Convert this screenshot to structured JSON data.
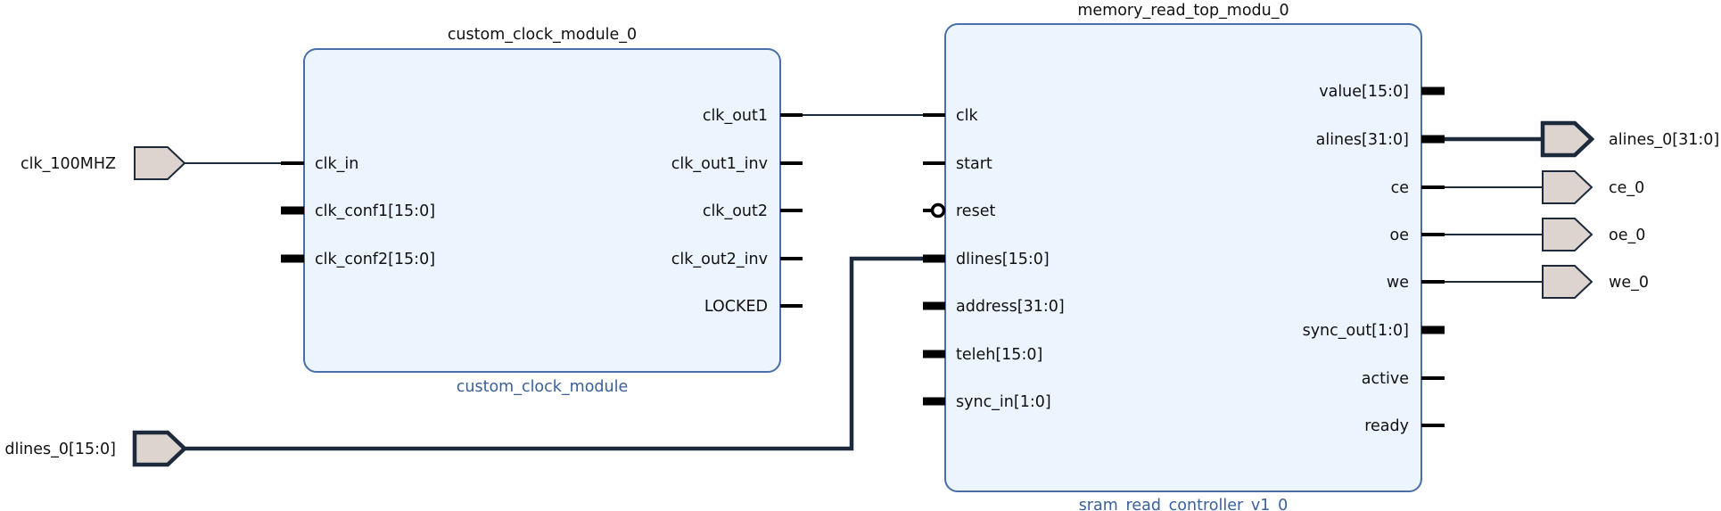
{
  "colors": {
    "block_fill": "#ecf4fd",
    "block_stroke": "#4a6ea5",
    "ip_name": "#3a5f9a",
    "port_fill": "#ddd3cf",
    "wire": "#1c2a3c",
    "pin": "#000000",
    "text": "#111111"
  },
  "blocks": [
    {
      "id": "custom_clock",
      "instance": "custom_clock_module_0",
      "ip_name": "custom_clock_module",
      "left_pins": [
        {
          "label": "clk_in",
          "bus": false
        },
        {
          "label": "clk_conf1[15:0]",
          "bus": true
        },
        {
          "label": "clk_conf2[15:0]",
          "bus": true
        }
      ],
      "right_pins": [
        {
          "label": "clk_out1",
          "bus": false
        },
        {
          "label": "clk_out1_inv",
          "bus": false
        },
        {
          "label": "clk_out2",
          "bus": false
        },
        {
          "label": "clk_out2_inv",
          "bus": false
        },
        {
          "label": "LOCKED",
          "bus": false
        }
      ]
    },
    {
      "id": "memory_read",
      "instance": "memory_read_top_modu_0",
      "ip_name": "sram_read_controller_v1_0",
      "left_pins": [
        {
          "label": "clk",
          "bus": false
        },
        {
          "label": "start",
          "bus": false
        },
        {
          "label": "reset",
          "bus": false,
          "inverted": true
        },
        {
          "label": "dlines[15:0]",
          "bus": true
        },
        {
          "label": "address[31:0]",
          "bus": true
        },
        {
          "label": "teleh[15:0]",
          "bus": true
        },
        {
          "label": "sync_in[1:0]",
          "bus": true
        }
      ],
      "right_pins": [
        {
          "label": "value[15:0]",
          "bus": true
        },
        {
          "label": "alines[31:0]",
          "bus": true
        },
        {
          "label": "ce",
          "bus": false
        },
        {
          "label": "oe",
          "bus": false
        },
        {
          "label": "we",
          "bus": false
        },
        {
          "label": "sync_out[1:0]",
          "bus": true
        },
        {
          "label": "active",
          "bus": false
        },
        {
          "label": "ready",
          "bus": false
        }
      ]
    }
  ],
  "inputs": [
    {
      "label": "clk_100MHZ",
      "bus": false
    },
    {
      "label": "dlines_0[15:0]",
      "bus": true
    }
  ],
  "outputs": [
    {
      "label": "alines_0[31:0]",
      "bus": true
    },
    {
      "label": "ce_0",
      "bus": false
    },
    {
      "label": "oe_0",
      "bus": false
    },
    {
      "label": "we_0",
      "bus": false
    }
  ]
}
